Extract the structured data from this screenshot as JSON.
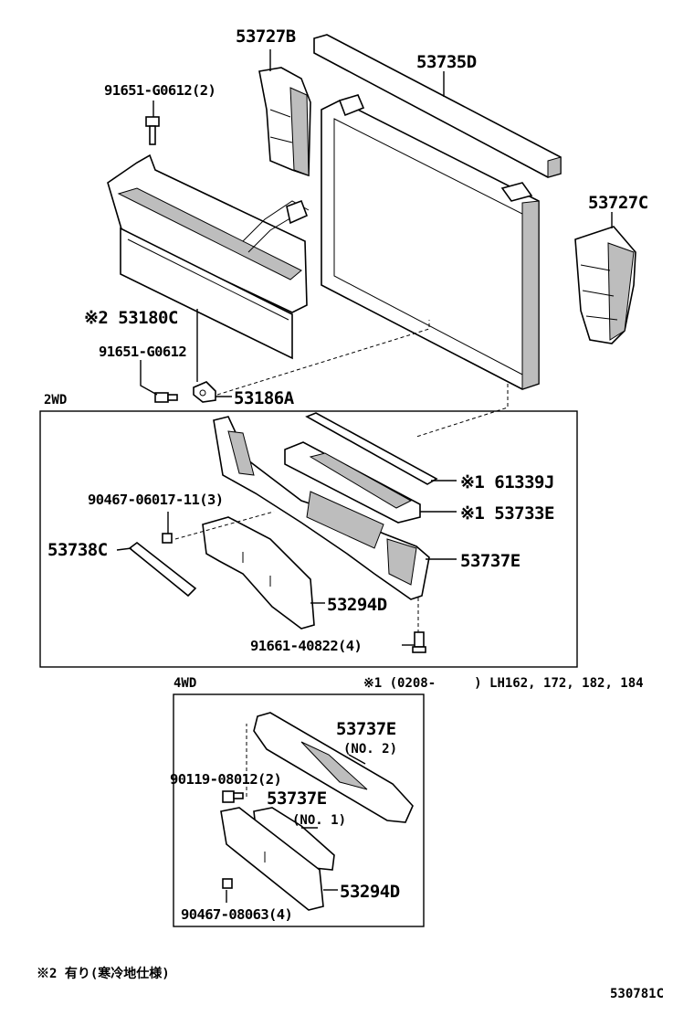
{
  "labels": {
    "p53727B": "53727B",
    "p53735D": "53735D",
    "p91651_G0612_2": "91651-G0612(2)",
    "p53727C": "53727C",
    "p53180C": "※2 53180C",
    "p91651_G0612": "91651-G0612",
    "p53186A": "53186A",
    "p61339J": "※1 61339J",
    "p53733E": "※1 53733E",
    "p90467_06017": "90467-06017-11(3)",
    "p53738C": "53738C",
    "p53737E_2wd": "53737E",
    "p53294D_2wd": "53294D",
    "p91661_40822": "91661-40822(4)",
    "p53737E_no2": "53737E",
    "no2": "(NO. 2)",
    "p90119_08012": "90119-08012(2)",
    "p53737E_no1": "53737E",
    "no1": "(NO. 1)",
    "p53294D_4wd": "53294D",
    "p90467_08063": "90467-08063(4)"
  },
  "sections": {
    "twd": "2WD",
    "fwd": "4WD"
  },
  "notes": {
    "note1": "※1 (0208-　　　) LH162, 172, 182, 184",
    "note2": "※2 有り(寒冷地仕様)",
    "code": "530781C"
  }
}
